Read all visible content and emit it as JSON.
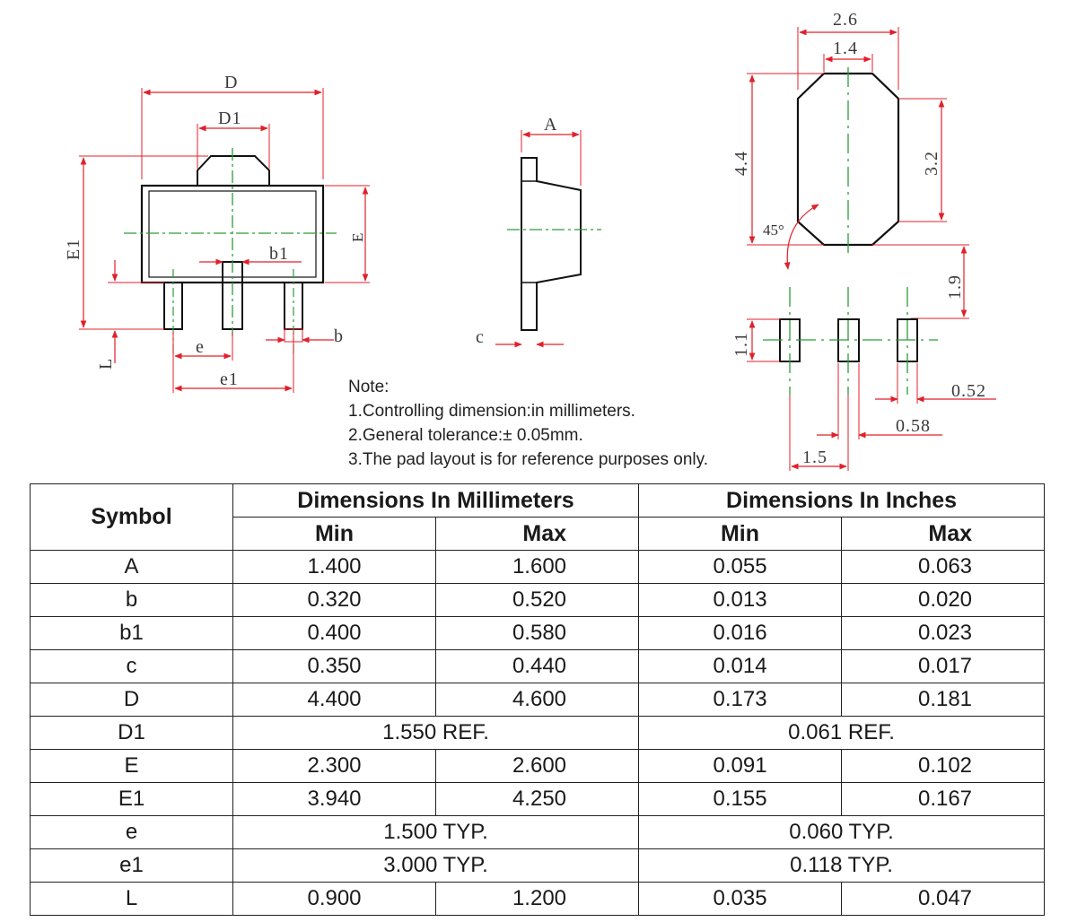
{
  "drawing": {
    "top_view_labels": {
      "D": "D",
      "D1": "D1",
      "E": "E",
      "E1": "E1",
      "b1": "b1",
      "b": "b",
      "e": "e",
      "e1": "e1",
      "L": "L"
    },
    "side_view_labels": {
      "A": "A",
      "c": "c"
    },
    "pad_layout_labels": {
      "w_outer": "2.6",
      "w_inner": "1.4",
      "h_outer": "4.4",
      "h_inner": "3.2",
      "angle": "45°",
      "gap": "1.9",
      "pad_h": "1.1",
      "pad_w1": "0.52",
      "pad_w2": "0.58",
      "pitch": "1.5"
    },
    "colors": {
      "outline": "#111111",
      "dimension": "#e0202a",
      "centerline": "#2a9d3a"
    }
  },
  "notes": {
    "title": "Note:",
    "items": [
      "1.Controlling dimension:in millimeters.",
      "2.General tolerance:± 0.05mm.",
      "3.The pad layout is for reference purposes only."
    ]
  },
  "table": {
    "symbol_header": "Symbol",
    "mm_header": "Dimensions In Millimeters",
    "in_header": "Dimensions In Inches",
    "min_label": "Min",
    "max_label": "Max",
    "rows": [
      {
        "symbol": "A",
        "mm_min": "1.400",
        "mm_max": "1.600",
        "in_min": "0.055",
        "in_max": "0.063"
      },
      {
        "symbol": "b",
        "mm_min": "0.320",
        "mm_max": "0.520",
        "in_min": "0.013",
        "in_max": "0.020"
      },
      {
        "symbol": "b1",
        "mm_min": "0.400",
        "mm_max": "0.580",
        "in_min": "0.016",
        "in_max": "0.023"
      },
      {
        "symbol": "c",
        "mm_min": "0.350",
        "mm_max": "0.440",
        "in_min": "0.014",
        "in_max": "0.017"
      },
      {
        "symbol": "D",
        "mm_min": "4.400",
        "mm_max": "4.600",
        "in_min": "0.173",
        "in_max": "0.181"
      },
      {
        "symbol": "D1",
        "mm_ref": "1.550 REF.",
        "in_ref": "0.061 REF."
      },
      {
        "symbol": "E",
        "mm_min": "2.300",
        "mm_max": "2.600",
        "in_min": "0.091",
        "in_max": "0.102"
      },
      {
        "symbol": "E1",
        "mm_min": "3.940",
        "mm_max": "4.250",
        "in_min": "0.155",
        "in_max": "0.167"
      },
      {
        "symbol": "e",
        "mm_ref": "1.500 TYP.",
        "in_ref": "0.060 TYP."
      },
      {
        "symbol": "e1",
        "mm_ref": "3.000 TYP.",
        "in_ref": "0.118 TYP."
      },
      {
        "symbol": "L",
        "mm_min": "0.900",
        "mm_max": "1.200",
        "in_min": "0.035",
        "in_max": "0.047"
      }
    ]
  }
}
